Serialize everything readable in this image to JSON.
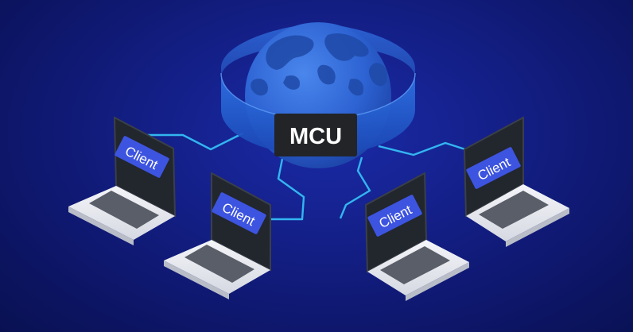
{
  "hub": {
    "label": "MCU",
    "icon": "globe-icon"
  },
  "clients": [
    {
      "label": "Client"
    },
    {
      "label": "Client"
    },
    {
      "label": "Client"
    },
    {
      "label": "Client"
    }
  ],
  "colors": {
    "background": "#1422a0",
    "link": "#33b5f0",
    "label_bg": "#3d54e0",
    "hub_label_bg": "#222428",
    "globe": "#2d6ad8",
    "land": "#1f4ba6",
    "ring": "#2b62d6",
    "laptop_body": "#e9ebf1",
    "screen": "#22262d"
  }
}
